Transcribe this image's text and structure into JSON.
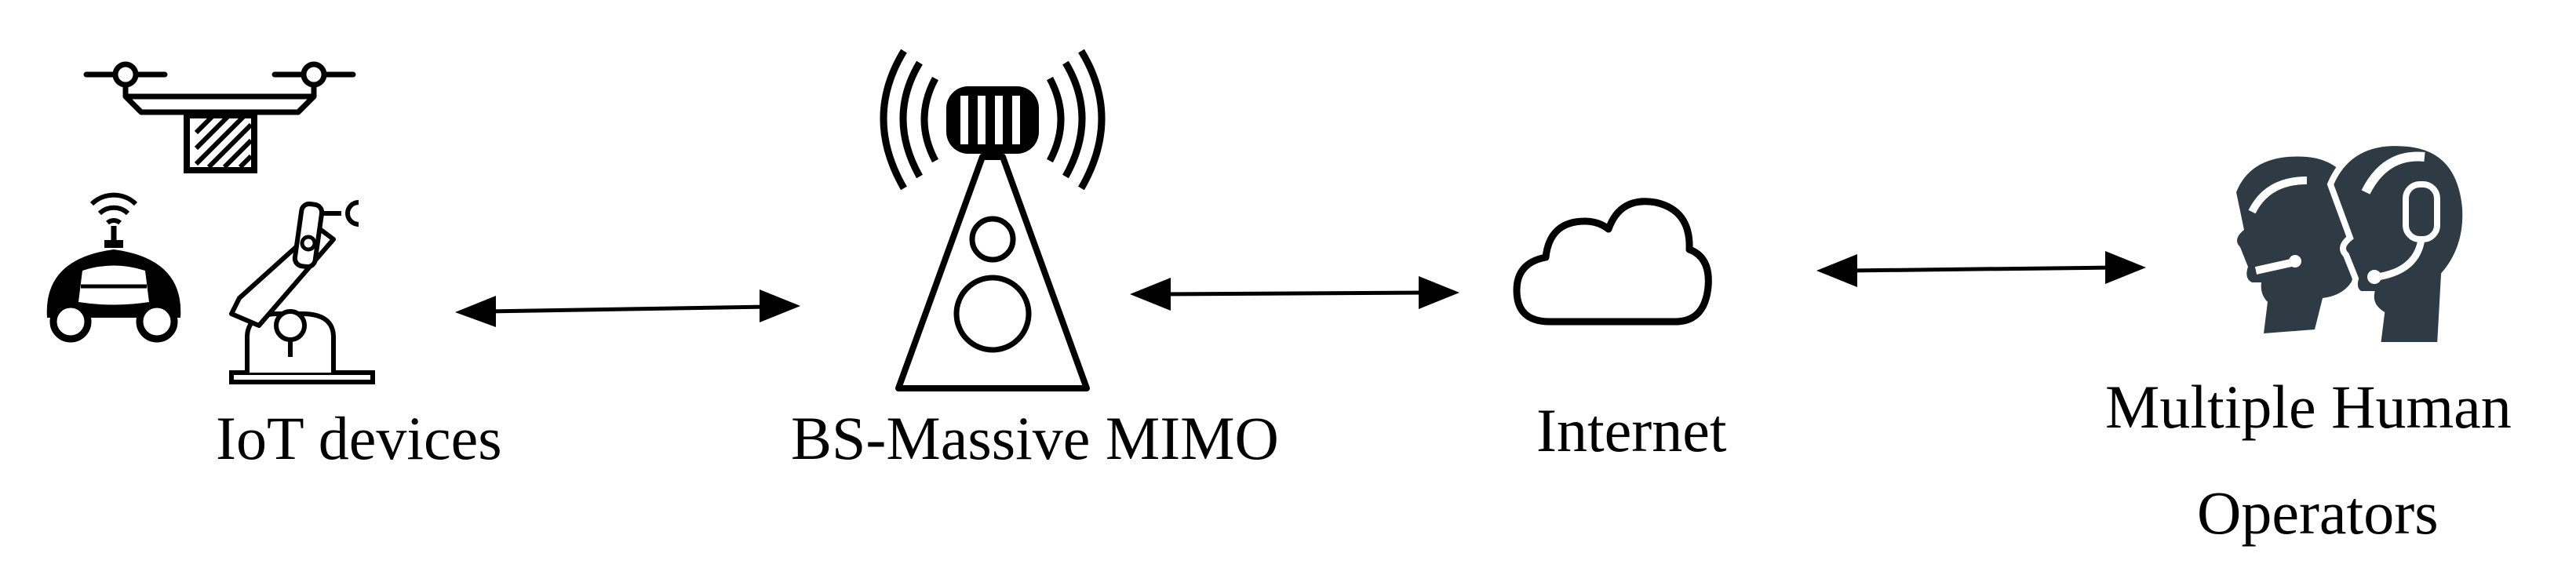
{
  "nodes": {
    "iot": {
      "label": "IoT devices"
    },
    "bs": {
      "label": "BS-Massive MIMO"
    },
    "internet": {
      "label": "Internet"
    },
    "operators": {
      "label_line1": "Multiple Human",
      "label_line2": "Operators"
    }
  },
  "icons": {
    "iot": [
      "drone-icon",
      "autonomous-car-icon",
      "robotic-arm-icon"
    ],
    "bs": "cell-tower-icon",
    "internet": "cloud-icon",
    "operators": "headset-operators-icon"
  },
  "edges": [
    {
      "from": "iot",
      "to": "bs",
      "style": "bidirectional"
    },
    {
      "from": "bs",
      "to": "internet",
      "style": "bidirectional"
    },
    {
      "from": "internet",
      "to": "operators",
      "style": "bidirectional"
    }
  ],
  "colors": {
    "stroke": "#000000",
    "operator_fill": "#2e3a44",
    "background": "#ffffff"
  }
}
